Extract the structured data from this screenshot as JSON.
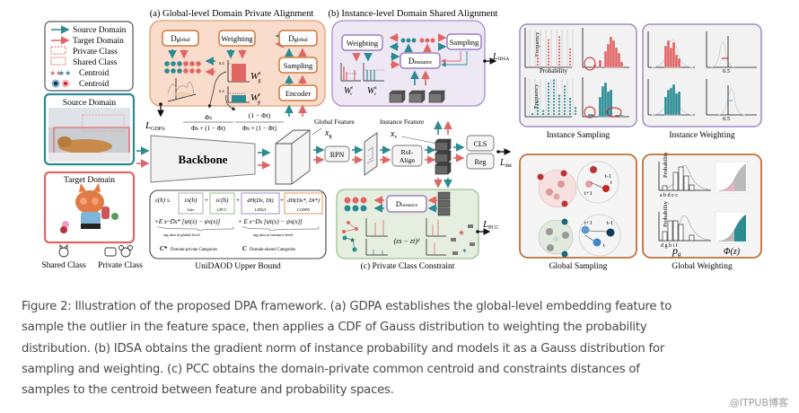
{
  "figure": {
    "legend": {
      "items": [
        {
          "label": "Source Domain",
          "kind": "arrow",
          "color": "#2a8b93"
        },
        {
          "label": "Target Domain",
          "kind": "arrow",
          "color": "#e06666"
        },
        {
          "label": "Private Class",
          "kind": "dashed-box",
          "color": "#e06666"
        },
        {
          "label": "Shared Class",
          "kind": "solid-box",
          "color": "#e8a0a0"
        },
        {
          "label": "Centroid",
          "kind": "stars",
          "color": "#e06666"
        },
        {
          "label": "Centroid",
          "kind": "circles",
          "color": "#2a8b93"
        }
      ]
    },
    "domains": {
      "source_label": "Source Domain",
      "target_label": "Target Domain",
      "shared_class_label": "Shared Class",
      "private_class_label": "Private Class"
    },
    "gdpa": {
      "title": "(a) Global-level Domain Private Alignment",
      "d_global_left": "D",
      "d_global_left_sub": "global",
      "weighting": "Weighting",
      "d_global_right": "D",
      "d_global_right_sub": "global",
      "sampling": "Sampling",
      "encoder": "Encoder",
      "ws_label": "W",
      "ws_sup": "s",
      "ws_sub": "g",
      "wt_label": "W",
      "wt_sup": "t",
      "wt_sub": "g",
      "tick_04_a": "0.4",
      "tick_04_b": "0.4",
      "loss": "L",
      "loss_sub": "GDPA",
      "frac1_num": "Φs",
      "frac1_den": "Φs + (1 − Φt)",
      "frac2_num": "(1 − Φt)",
      "frac2_den": "Φs + (1 − Φt)"
    },
    "idsa": {
      "title": "(b) Instance-level Domain Shared Alignment",
      "weighting": "Weighting",
      "sampling": "Sampling",
      "d_instance": "D",
      "d_instance_sub": "instance",
      "wt_label": "W",
      "wt_sup": "t",
      "wt_sub": "v",
      "ws_label": "W",
      "ws_sup": "s",
      "ws_sub": "v",
      "loss": "L",
      "loss_sub": "IDSA"
    },
    "pipeline": {
      "backbone": "Backbone",
      "global_feature": "Global Feature",
      "global_feature_sym": "x",
      "global_feature_sub": "g",
      "rpn": "RPN",
      "instance_feature": "Instance Feature",
      "instance_feature_sym": "x",
      "instance_feature_sub": "v",
      "roi_align_1": "RoI-",
      "roi_align_2": "Align",
      "cls": "CLS",
      "reg": "Reg",
      "loss_det": "L",
      "loss_det_sub": "det"
    },
    "bound": {
      "title": "UniDAOD Upper Bound",
      "lhs": "ε",
      "line1_terms": [
        "εs(h)",
        "εc(h)",
        "dH(Ds, Dt)",
        "dH(Ds*, Dt*)"
      ],
      "line1_sublabels": [
        "Ldet",
        "LPCC",
        "LIDSA",
        "LGDPA"
      ],
      "line2_left": "+E x~Ds* [ψt(x) − ψs(x)]",
      "line2_right": "+ E x~Ds [ψt(x) − ψs(x)]",
      "line3_left": "arg min at global-level",
      "line3_right": "arg min at instance-level",
      "legend_private": "Domain-private Categories",
      "legend_shared": "Domain-shared Categories"
    },
    "pcc": {
      "title": "(c) Private Class Constraint",
      "d_instance": "D",
      "d_instance_sub": "instance",
      "formula": "(εs − εt)²",
      "loss": "L",
      "loss_sub": "PCC"
    },
    "panels": {
      "instance_sampling": "Instance Sampling",
      "instance_weighting": "Instance Weighting",
      "global_sampling": "Global Sampling",
      "global_weighting": "Global Weighting",
      "frequency": "Frequency",
      "probability_axis": "Probability",
      "tick_05_top": "0.5",
      "tick_05_bottom": "0.5",
      "pg_label": "p",
      "pg_sub": "g",
      "phi_label": "Φ(z)",
      "top_bar_labels": "a  b d e c",
      "bottom_bar_labels": "d g h i  f",
      "t_minus_1": "t-1",
      "t": "t",
      "t_plus_1": "t+1"
    }
  },
  "caption": {
    "lines": [
      "Figure 2:  Illustration of the proposed DPA framework. (a) GDPA establishes the global-level embedding feature to",
      "sample the outlier in the feature space, then applies a CDF of Gauss distribution to weighting the probability",
      "distribution. (b) IDSA obtains the gradient norm of instance probability and models it as a Gauss distribution for",
      "sampling and weighting. (c) PCC obtains the domain-private common centroid and constraints distances of",
      "samples to the centroid between feature and probability spaces."
    ]
  },
  "watermark": "@ITPUB博客",
  "colors": {
    "source": "#2a8b93",
    "target": "#e06666",
    "gdpa_bg": "#f9dccb",
    "gdpa_border": "#e08a4a",
    "idsa_bg": "#eee8f5",
    "idsa_border": "#9b7fc0",
    "pcc_bg": "#e6efdf",
    "pcc_border": "#8fb584"
  }
}
